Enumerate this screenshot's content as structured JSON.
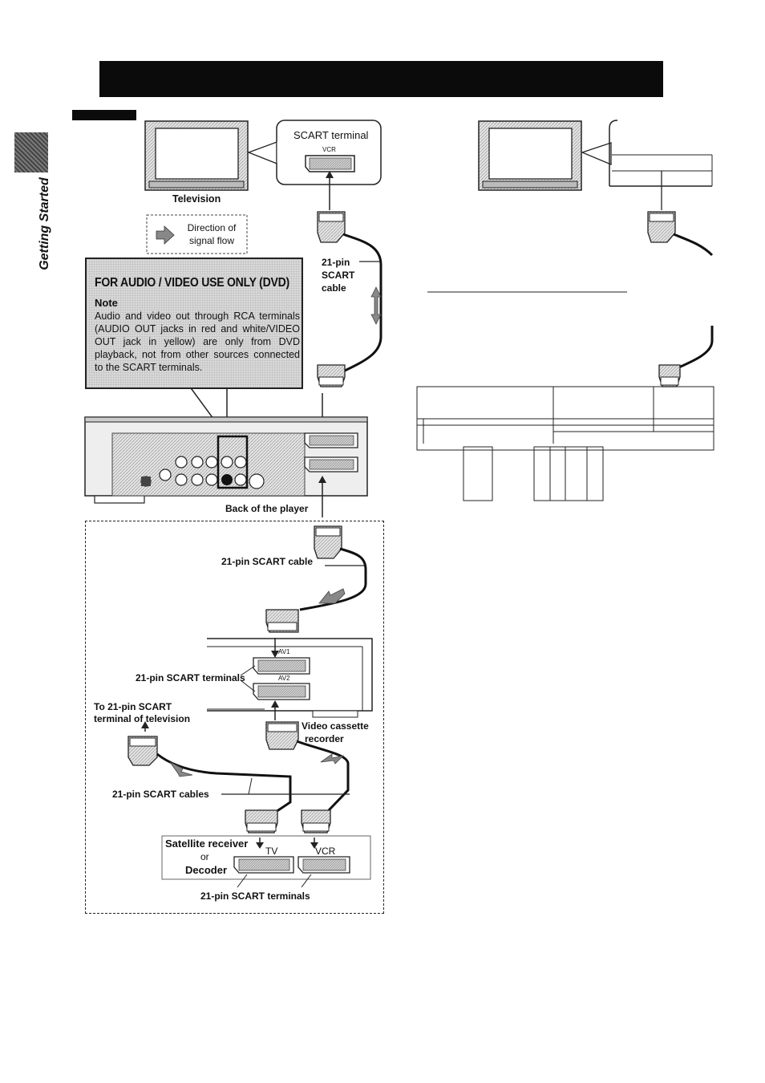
{
  "page": {
    "side_label": "Getting Started"
  },
  "left_diagram": {
    "scart_terminal_label": "SCART terminal",
    "vcr_label": "VCR",
    "television_label": "Television",
    "direction_label_line1": "Direction of",
    "direction_label_line2": "signal flow",
    "scart_cable_line1": "21-pin",
    "scart_cable_line2": "SCART",
    "scart_cable_line3": "cable",
    "back_of_player": "Back of the player"
  },
  "note_box": {
    "heading": "FOR AUDIO / VIDEO USE ONLY (DVD)",
    "note_title": "Note",
    "note_text": "Audio and video out through RCA terminals (AUDIO OUT jacks in red and white/VIDEO OUT jack in yellow) are only from DVD playback, not from other sources connected to the SCART terminals."
  },
  "lower_diagram": {
    "scart_cable_label": "21-pin SCART cable",
    "av1_label": "AV1",
    "av2_label": "AV2",
    "scart_terminals_label": "21-pin SCART terminals",
    "to_tv_line1": "To 21-pin SCART",
    "to_tv_line2": "terminal of television",
    "vcr_line1": "Video cassette",
    "vcr_line2": "recorder",
    "scart_cables_label": "21-pin SCART cables",
    "satellite_label": "Satellite receiver",
    "or_label": "or",
    "decoder_label": "Decoder",
    "tv_label": "TV",
    "vcr_label": "VCR",
    "bottom_terminals_label": "21-pin SCART terminals"
  }
}
